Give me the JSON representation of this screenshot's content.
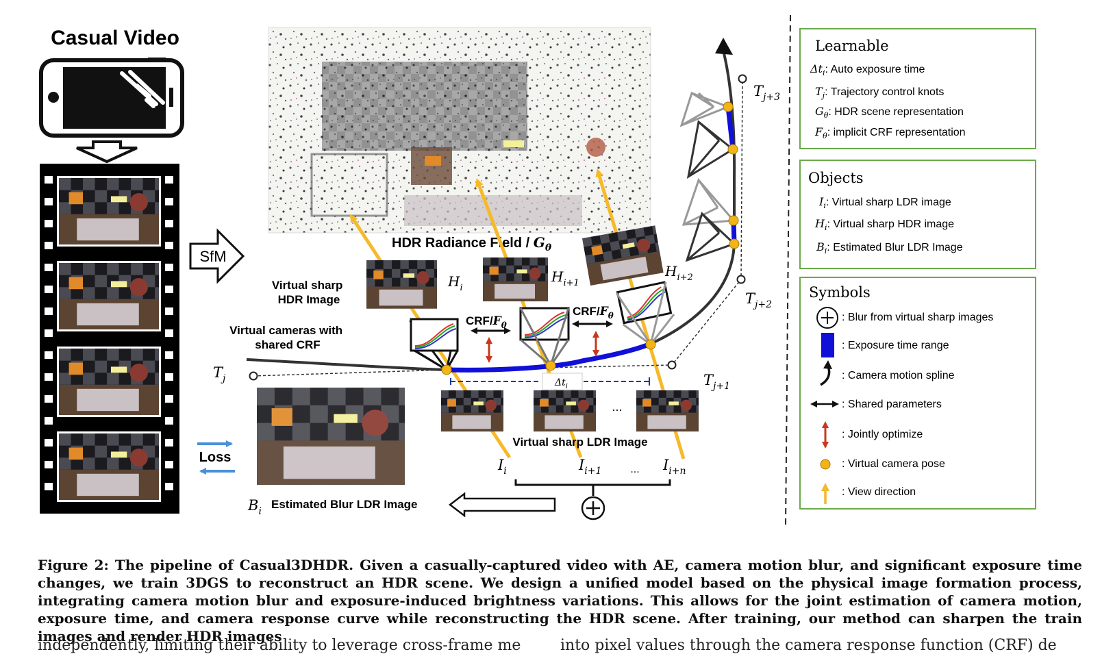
{
  "left": {
    "title": "Casual Video",
    "sfm": "SfM",
    "loss": "Loss"
  },
  "center": {
    "radiance_field": "HDR Radiance Field / ",
    "g_theta": "G",
    "theta": "θ",
    "virtual_sharp_hdr": [
      "Virtual sharp",
      "HDR Image"
    ],
    "virtual_cameras": [
      "Virtual cameras with",
      "shared CRF"
    ],
    "crf_label": "CRF/",
    "f_theta": "F",
    "virtual_sharp_ldr": "Virtual sharp LDR Image",
    "estimated_blur": "Estimated Blur LDR Image",
    "delta_t": "Δt",
    "delta_t_sub": "i",
    "ellipsis": "..."
  },
  "labels": {
    "Tj": {
      "main": "T",
      "sub": "j"
    },
    "Tj1": {
      "main": "T",
      "sub": "j+1"
    },
    "Tj2": {
      "main": "T",
      "sub": "j+2"
    },
    "Tj3": {
      "main": "T",
      "sub": "j+3"
    },
    "Hi": {
      "main": "H",
      "sub": "i"
    },
    "Hi1": {
      "main": "H",
      "sub": "i+1"
    },
    "Hi2": {
      "main": "H",
      "sub": "i+2"
    },
    "Ii": {
      "main": "I",
      "sub": "i"
    },
    "Ii1": {
      "main": "I",
      "sub": "i+1"
    },
    "Iin": {
      "main": "I",
      "sub": "i+n"
    },
    "Bi": {
      "main": "B",
      "sub": "i"
    }
  },
  "legend": {
    "learnable": {
      "title": "Learnable",
      "items": [
        {
          "sym": "Δt",
          "sub": "i",
          "text": ": Auto exposure time"
        },
        {
          "sym": "T",
          "sub": "j",
          "text": ": Trajectory control knots"
        },
        {
          "sym": "G",
          "sub": "θ",
          "text": ": HDR scene representation"
        },
        {
          "sym": "F",
          "sub": "θ",
          "text": ": implicit CRF representation"
        }
      ]
    },
    "objects": {
      "title": "Objects",
      "items": [
        {
          "sym": "I",
          "sub": "i",
          "text": ": Virtual sharp LDR image"
        },
        {
          "sym": "H",
          "sub": "i",
          "text": ": Virtual sharp HDR image"
        },
        {
          "sym": "B",
          "sub": "i",
          "text": ": Estimated Blur LDR Image"
        }
      ]
    },
    "symbols": {
      "title": "Symbols",
      "items": [
        ": Blur from virtual sharp images",
        ": Exposure time range",
        ": Camera motion spline",
        ": Shared parameters",
        ": Jointly optimize",
        ": Virtual camera pose",
        ": View direction"
      ]
    }
  },
  "caption": "Figure 2: The pipeline of Casual3DHDR. Given a casually-captured video with AE, camera motion blur, and significant exposure time changes, we train 3DGS to reconstruct an HDR scene. We design a unified model based on the physical image formation process, integrating camera motion blur and exposure-induced brightness variations. This allows for the joint estimation of camera motion, exposure time, and camera response curve while reconstructing the HDR scene. After training, our method can sharpen the train images and render HDR images",
  "body_fragments": [
    "independently, limiting their ability to leverage cross-frame me",
    "into pixel values through the camera response function (CRF) de"
  ],
  "colors": {
    "spline_blue": "#1010d8",
    "pose_yellow": "#f2b418",
    "view_arrow": "#f5b92a",
    "joint_red": "#c8381a",
    "loss_blue": "#4a90d9",
    "box_green": "#6aaa48"
  }
}
